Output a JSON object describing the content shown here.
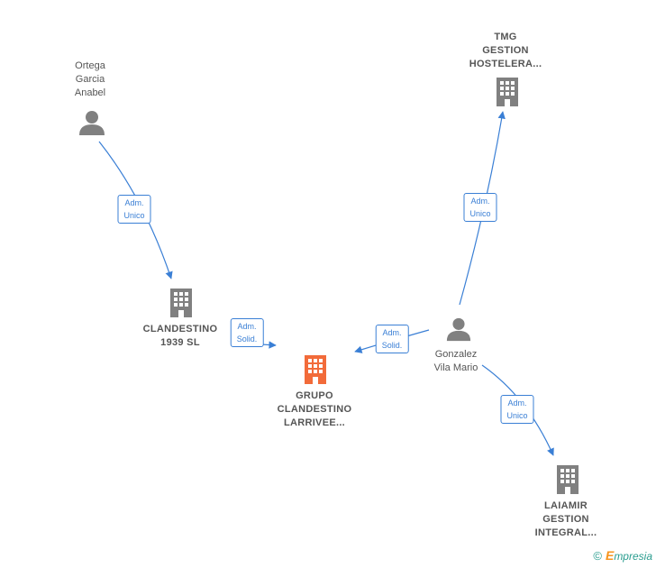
{
  "colors": {
    "edge": "#3a7fd5",
    "node_gray": "#808080",
    "node_main": "#f26b3a",
    "brand_teal": "#2a9d8f",
    "brand_orange": "#f7941d"
  },
  "nodes": {
    "ortega": {
      "label": "Ortega\nGarcia\nAnabel",
      "icon": "person-icon"
    },
    "clandestino1939": {
      "label": "CLANDESTINO\n1939  SL",
      "icon": "building-icon"
    },
    "grupo": {
      "label": "GRUPO\nCLANDESTINO\nLARRIVEE...",
      "icon": "building-icon"
    },
    "gonzalez": {
      "label": "Gonzalez\nVila Mario",
      "icon": "person-icon"
    },
    "tmg": {
      "label": "TMG\nGESTION\nHOSTELERA...",
      "icon": "building-icon"
    },
    "laiamir": {
      "label": "LAIAMIR\nGESTION\nINTEGRAL...",
      "icon": "building-icon"
    }
  },
  "edges": {
    "e1": "Adm.\nUnico",
    "e2": "Adm.\nSolid.",
    "e3": "Adm.\nSolid.",
    "e4": "Adm.\nUnico",
    "e5": "Adm.\nUnico"
  },
  "brand": {
    "copyright": "©",
    "initial": "E",
    "rest": "mpresia"
  }
}
